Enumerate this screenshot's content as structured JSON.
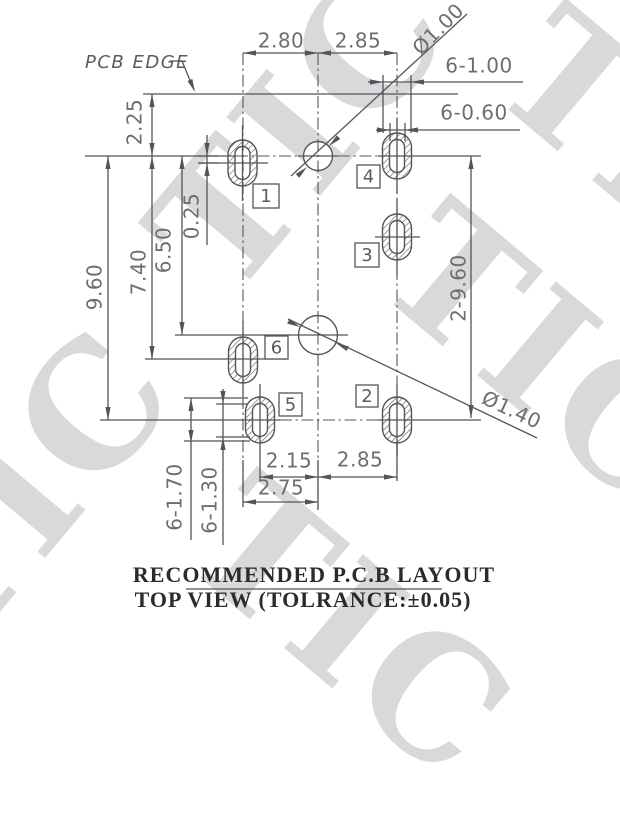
{
  "watermark": {
    "text": "TIC"
  },
  "labels": {
    "pcb_edge": "PCB EDGE",
    "dia_top": "Ø1.00",
    "dia_bottom": "Ø1.40"
  },
  "dims": {
    "top_left": "2.80",
    "top_right": "2.85",
    "slot_width": "6-1.00",
    "hole_width": "6-0.60",
    "edge_offset": "2.25",
    "pad1_offset": "0.25",
    "circle_span": "6.50",
    "pad6_span": "7.40",
    "row_span": "9.60",
    "right_span": "2-9.60",
    "slot_height": "6-1.70",
    "hole_height": "6-1.30",
    "bot_left": "2.15",
    "bot_right": "2.85",
    "bot_outer": "2.75"
  },
  "pads": {
    "p1": "1",
    "p2": "2",
    "p3": "3",
    "p4": "4",
    "p5": "5",
    "p6": "6"
  },
  "title": {
    "line1": "RECOMMENDED P.C.B LAYOUT",
    "line2": "TOP VIEW (TOLRANCE:±0.05)"
  }
}
